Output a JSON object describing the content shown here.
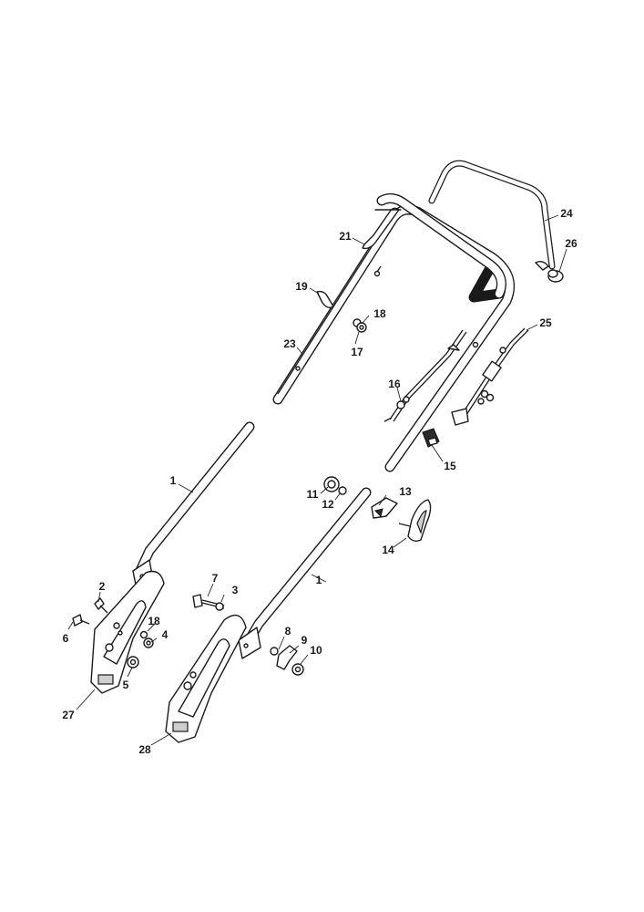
{
  "callouts": [
    {
      "id": "c1a",
      "label": "1"
    },
    {
      "id": "c1b",
      "label": "1"
    },
    {
      "id": "c2",
      "label": "2"
    },
    {
      "id": "c3",
      "label": "3"
    },
    {
      "id": "c4",
      "label": "4"
    },
    {
      "id": "c5",
      "label": "5"
    },
    {
      "id": "c6",
      "label": "6"
    },
    {
      "id": "c7",
      "label": "7"
    },
    {
      "id": "c8",
      "label": "8"
    },
    {
      "id": "c9",
      "label": "9"
    },
    {
      "id": "c10",
      "label": "10"
    },
    {
      "id": "c11",
      "label": "11"
    },
    {
      "id": "c12",
      "label": "12"
    },
    {
      "id": "c13",
      "label": "13"
    },
    {
      "id": "c14",
      "label": "14"
    },
    {
      "id": "c15",
      "label": "15"
    },
    {
      "id": "c16",
      "label": "16"
    },
    {
      "id": "c17",
      "label": "17"
    },
    {
      "id": "c18a",
      "label": "18"
    },
    {
      "id": "c18b",
      "label": "18"
    },
    {
      "id": "c19",
      "label": "19"
    },
    {
      "id": "c21",
      "label": "21"
    },
    {
      "id": "c23",
      "label": "23"
    },
    {
      "id": "c24",
      "label": "24"
    },
    {
      "id": "c25",
      "label": "25"
    },
    {
      "id": "c26",
      "label": "26"
    },
    {
      "id": "c27",
      "label": "27"
    },
    {
      "id": "c28",
      "label": "28"
    }
  ]
}
